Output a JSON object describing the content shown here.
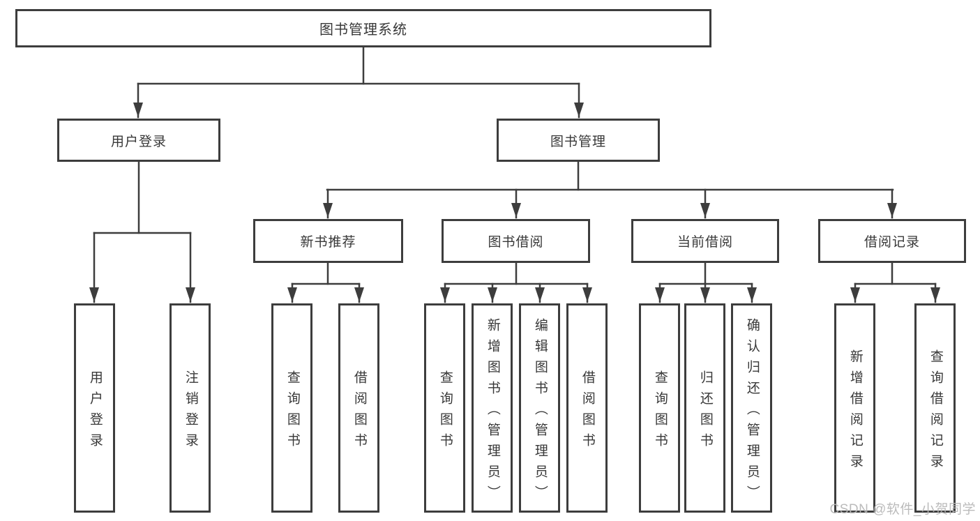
{
  "diagram": {
    "type": "hierarchy-structure-diagram",
    "nodes": {
      "root": "图书管理系统",
      "user_login": "用户登录",
      "book_management": "图书管理",
      "new_book_recommend": "新书推荐",
      "book_borrow": "图书借阅",
      "current_borrow": "当前借阅",
      "borrow_records": "借阅记录",
      "leaf_user_login": "用户登录",
      "leaf_logout": "注销登录",
      "leaf_query_book_1": "查询图书",
      "leaf_borrow_book_1": "借阅图书",
      "leaf_query_book_2": "查询图书",
      "leaf_add_book": "新增图书（管理员）",
      "leaf_edit_book": "编辑图书（管理员）",
      "leaf_borrow_book_2": "借阅图书",
      "leaf_query_book_3": "查询图书",
      "leaf_return_book": "归还图书",
      "leaf_confirm_return": "确认归还（管理员）",
      "leaf_add_record": "新增借阅记录",
      "leaf_query_record": "查询借阅记录"
    },
    "edges": [
      [
        "图书管理系统",
        "用户登录"
      ],
      [
        "图书管理系统",
        "图书管理"
      ],
      [
        "用户登录",
        "用户登录"
      ],
      [
        "用户登录",
        "注销登录"
      ],
      [
        "图书管理",
        "新书推荐"
      ],
      [
        "图书管理",
        "图书借阅"
      ],
      [
        "图书管理",
        "当前借阅"
      ],
      [
        "图书管理",
        "借阅记录"
      ],
      [
        "新书推荐",
        "查询图书"
      ],
      [
        "新书推荐",
        "借阅图书"
      ],
      [
        "图书借阅",
        "查询图书"
      ],
      [
        "图书借阅",
        "新增图书（管理员）"
      ],
      [
        "图书借阅",
        "编辑图书（管理员）"
      ],
      [
        "图书借阅",
        "借阅图书"
      ],
      [
        "当前借阅",
        "查询图书"
      ],
      [
        "当前借阅",
        "归还图书"
      ],
      [
        "当前借阅",
        "确认归还（管理员）"
      ],
      [
        "借阅记录",
        "新增借阅记录"
      ],
      [
        "借阅记录",
        "查询借阅记录"
      ]
    ]
  },
  "watermark": {
    "text": "CSDN @软件_小贺同学"
  },
  "colors": {
    "line": "#3d3d3d",
    "text": "#383838",
    "watermark": "#b8b8b8",
    "background": "#ffffff"
  }
}
